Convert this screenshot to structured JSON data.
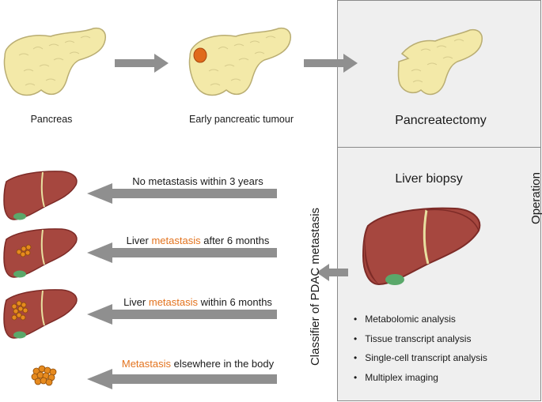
{
  "top_row": {
    "pancreas_label": "Pancreas",
    "tumour_label": "Early pancreatic tumour",
    "pancreatectomy_label": "Pancreatectomy"
  },
  "operation_panel": {
    "side_label": "Operation",
    "liver_biopsy_label": "Liver biopsy",
    "analyses": [
      "Metabolomic analysis",
      "Tissue transcript analysis",
      "Single-cell transcript analysis",
      "Multiplex imaging"
    ]
  },
  "classifier_label": "Classifier of PDAC metastasis",
  "outcomes": [
    {
      "prefix": "No metastasis within 3 years",
      "highlight": "",
      "suffix": ""
    },
    {
      "prefix": "Liver ",
      "highlight": "metastasis",
      "suffix": " after 6 months"
    },
    {
      "prefix": "Liver ",
      "highlight": "metastasis",
      "suffix": " within 6 months"
    },
    {
      "prefix": "",
      "highlight": "Metastasis",
      "suffix": " elsewhere in the body"
    }
  ],
  "colors": {
    "pancreas_fill": "#f3e9a8",
    "pancreas_stroke": "#b9ad72",
    "tumour": "#e06a1c",
    "liver_fill": "#a6473f",
    "liver_dark": "#7d2b27",
    "liver_groove": "#e8e0a0",
    "gallbladder": "#5aa86a",
    "metastasis": "#e68a1e",
    "arrow": "#8f8f8f",
    "panel_bg": "#efefef",
    "highlight_text": "#e3731e"
  }
}
